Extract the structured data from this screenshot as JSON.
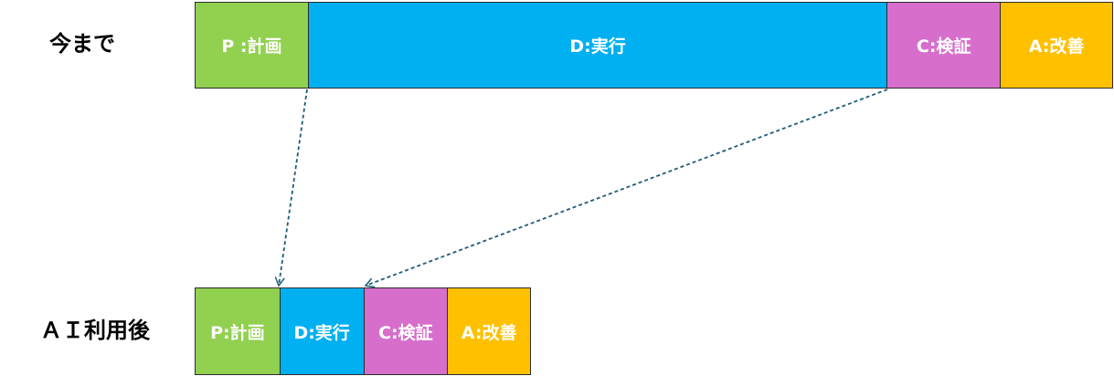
{
  "before": {
    "label": "今まで",
    "segments": [
      {
        "key": "plan",
        "text": "P :計画",
        "color": "#92d050"
      },
      {
        "key": "do",
        "text": "D:実行",
        "color": "#00b0f0"
      },
      {
        "key": "check",
        "text": "C:検証",
        "color": "#d86ecc"
      },
      {
        "key": "act",
        "text": "A:改善",
        "color": "#ffc000"
      }
    ]
  },
  "after": {
    "label": "ＡＩ利用後",
    "segments": [
      {
        "key": "plan",
        "text": "P:計画",
        "color": "#92d050"
      },
      {
        "key": "do",
        "text": "D:実行",
        "color": "#00b0f0"
      },
      {
        "key": "check",
        "text": "C:検証",
        "color": "#d86ecc"
      },
      {
        "key": "act",
        "text": "A:改善",
        "color": "#ffc000"
      }
    ]
  },
  "connectors": {
    "color": "#1f5c7a",
    "style": "dashed",
    "links": [
      {
        "from": "before.plan/do boundary",
        "to": "after.plan/do boundary"
      },
      {
        "from": "before.do/check boundary",
        "to": "after.do/check boundary"
      }
    ]
  }
}
